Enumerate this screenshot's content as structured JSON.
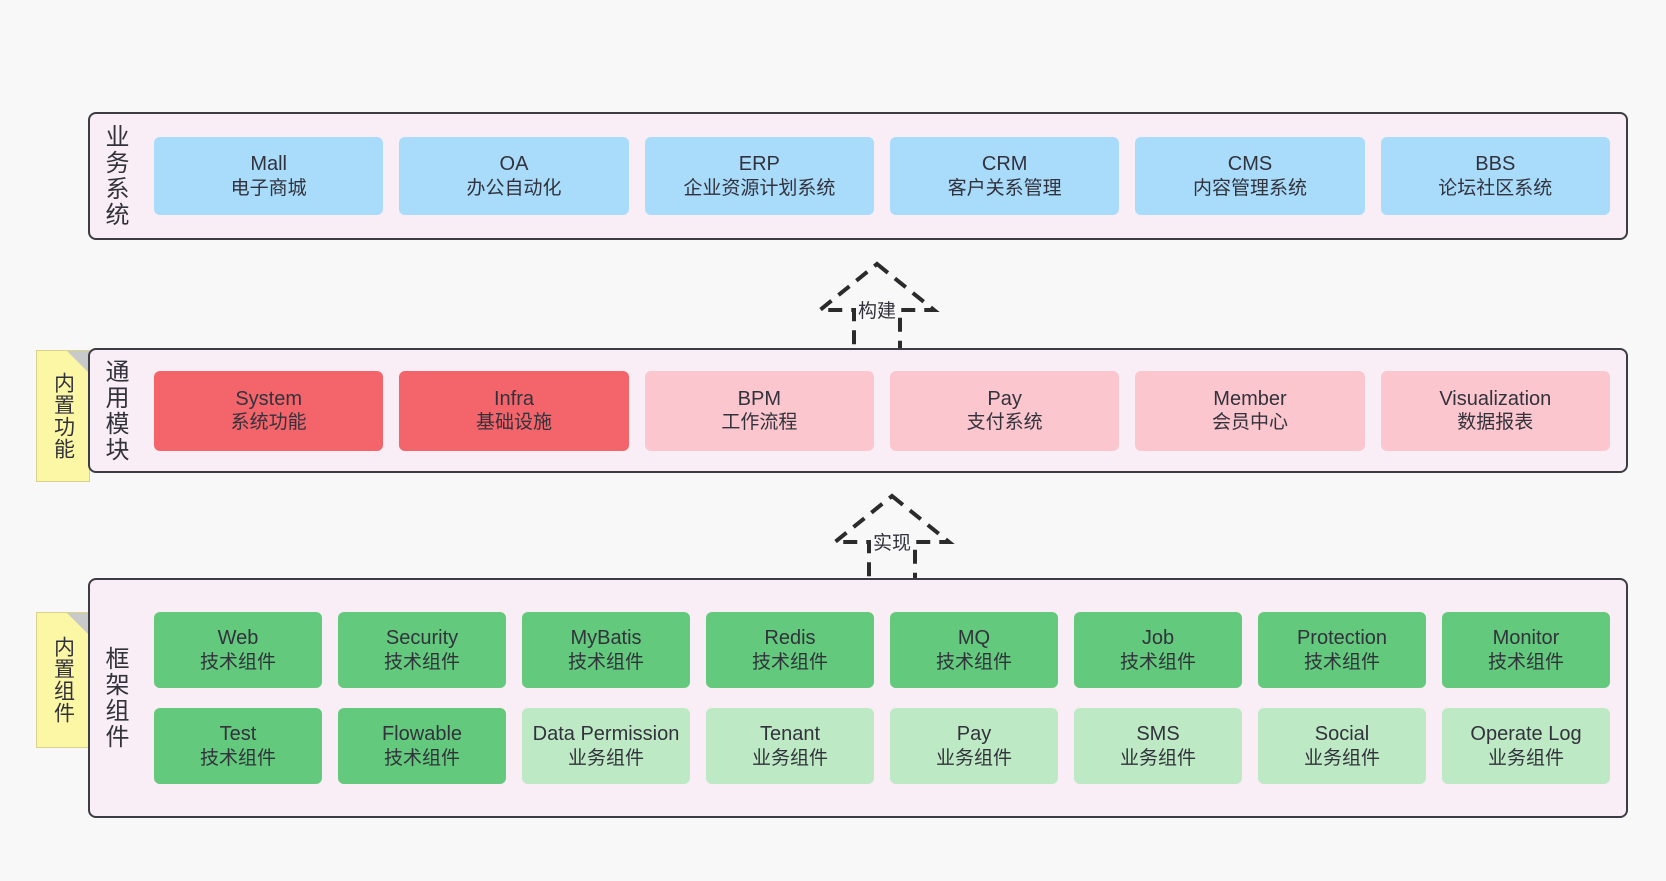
{
  "layers": [
    {
      "key": "business",
      "title": "业务系统",
      "rows": [
        {
          "style": "blue",
          "cards": [
            {
              "en": "Mall",
              "cn": "电子商城"
            },
            {
              "en": "OA",
              "cn": "办公自动化"
            },
            {
              "en": "ERP",
              "cn": "企业资源计划系统"
            },
            {
              "en": "CRM",
              "cn": "客户关系管理"
            },
            {
              "en": "CMS",
              "cn": "内容管理系统"
            },
            {
              "en": "BBS",
              "cn": "论坛社区系统"
            }
          ]
        }
      ]
    },
    {
      "key": "common",
      "title": "通用模块",
      "note": "内置功能",
      "rows": [
        {
          "cards": [
            {
              "en": "System",
              "cn": "系统功能",
              "style": "red"
            },
            {
              "en": "Infra",
              "cn": "基础设施",
              "style": "red"
            },
            {
              "en": "BPM",
              "cn": "工作流程",
              "style": "pink"
            },
            {
              "en": "Pay",
              "cn": "支付系统",
              "style": "pink"
            },
            {
              "en": "Member",
              "cn": "会员中心",
              "style": "pink"
            },
            {
              "en": "Visualization",
              "cn": "数据报表",
              "style": "pink"
            }
          ]
        }
      ]
    },
    {
      "key": "framework",
      "title": "框架组件",
      "note": "内置组件",
      "rows": [
        {
          "cards": [
            {
              "en": "Web",
              "cn": "技术组件",
              "style": "green"
            },
            {
              "en": "Security",
              "cn": "技术组件",
              "style": "green"
            },
            {
              "en": "MyBatis",
              "cn": "技术组件",
              "style": "green"
            },
            {
              "en": "Redis",
              "cn": "技术组件",
              "style": "green"
            },
            {
              "en": "MQ",
              "cn": "技术组件",
              "style": "green"
            },
            {
              "en": "Job",
              "cn": "技术组件",
              "style": "green"
            },
            {
              "en": "Protection",
              "cn": "技术组件",
              "style": "green"
            },
            {
              "en": "Monitor",
              "cn": "技术组件",
              "style": "green"
            }
          ]
        },
        {
          "cards": [
            {
              "en": "Test",
              "cn": "技术组件",
              "style": "green"
            },
            {
              "en": "Flowable",
              "cn": "技术组件",
              "style": "green"
            },
            {
              "en": "Data Permission",
              "cn": "业务组件",
              "style": "lightgreen"
            },
            {
              "en": "Tenant",
              "cn": "业务组件",
              "style": "lightgreen"
            },
            {
              "en": "Pay",
              "cn": "业务组件",
              "style": "lightgreen"
            },
            {
              "en": "SMS",
              "cn": "业务组件",
              "style": "lightgreen"
            },
            {
              "en": "Social",
              "cn": "业务组件",
              "style": "lightgreen"
            },
            {
              "en": "Operate Log",
              "cn": "业务组件",
              "style": "lightgreen"
            }
          ]
        }
      ]
    }
  ],
  "arrows": [
    {
      "key": "build",
      "label": "构建"
    },
    {
      "key": "implement",
      "label": "实现"
    }
  ],
  "colors": {
    "canvas_bg": "#f8f8f8",
    "layer_bg": "#faeef6",
    "layer_border": "#3c3c45",
    "blue": "#a9dcfb",
    "red": "#f4656b",
    "pink": "#fbc6cd",
    "green": "#63c97c",
    "light_green": "#bde9c4",
    "note_bg": "#fbf7a5",
    "text": "#32323c"
  }
}
